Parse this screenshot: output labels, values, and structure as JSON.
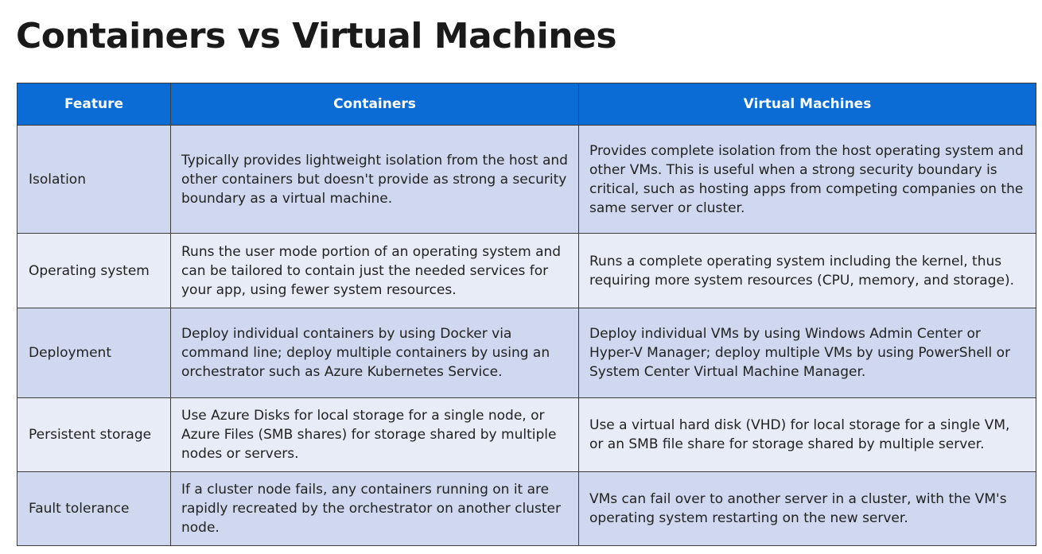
{
  "title": "Containers vs Virtual Machines",
  "table": {
    "headers": [
      "Feature",
      "Containers",
      "Virtual Machines"
    ],
    "rows": [
      {
        "feature": "Isolation",
        "containers": "Typically provides lightweight isolation from the host and other containers but doesn't provide as strong a security boundary as a virtual machine.",
        "vms": "Provides complete isolation from the host operating system and other VMs. This is useful when a strong security boundary is critical, such as hosting apps from competing companies on the same server or cluster."
      },
      {
        "feature": "Operating system",
        "containers": "Runs the user mode portion of an operating system and can be tailored to contain just the needed services for your app, using fewer system resources.",
        "vms": "Runs a complete operating system including the kernel, thus requiring more system resources (CPU, memory, and storage)."
      },
      {
        "feature": "Deployment",
        "containers": "Deploy individual containers by using Docker via command line; deploy multiple containers by using an orchestrator such as Azure Kubernetes Service.",
        "vms": "Deploy individual VMs by using Windows Admin Center or Hyper-V Manager; deploy multiple VMs by using PowerShell or System Center Virtual Machine Manager."
      },
      {
        "feature": "Persistent storage",
        "containers": "Use Azure Disks for local storage for a single node, or Azure Files (SMB shares) for storage shared by multiple nodes or servers.",
        "vms": "Use a virtual hard disk (VHD) for local storage for a single VM, or an SMB file share for storage shared by multiple server."
      },
      {
        "feature": "Fault tolerance",
        "containers": "If a cluster node fails, any containers running on it are rapidly recreated by the orchestrator on another cluster node.",
        "vms": "VMs can fail over to another server in a cluster, with the VM's operating system restarting on the new server."
      }
    ]
  },
  "colors": {
    "header_bg": "#0b6cd6",
    "row_odd_bg": "#cfd8ef",
    "row_even_bg": "#e8ecf6",
    "border": "#3c3c3c"
  }
}
